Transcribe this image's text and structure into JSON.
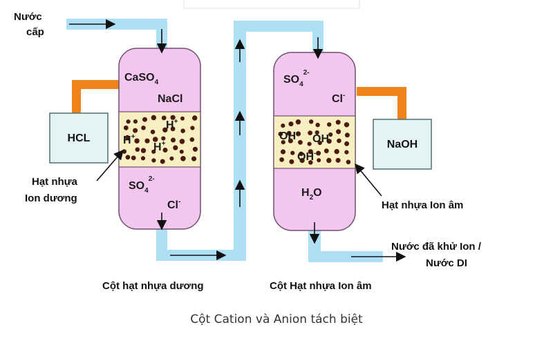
{
  "colors": {
    "pipe": "#aee0f5",
    "column": "#f2c6ef",
    "column_stroke": "#6e4f6c",
    "resin": "#f7efc2",
    "bead": "#4a1a10",
    "orange_pipe": "#f0841c",
    "tank": "#e4f4f4",
    "tank_stroke": "#4e6f6f"
  },
  "labels": {
    "inlet_line1": "Nước",
    "inlet_line2": "cấp",
    "cation_resin_line1": "Hạt nhựa",
    "cation_resin_line2": "Ion dương",
    "anion_resin": "Hạt nhựa Ion âm",
    "outlet_line1": "Nước đã khử Ion /",
    "outlet_line2": "Nước DI",
    "cation_column": "Cột hạt nhựa dương",
    "anion_column": "Cột Hạt nhựa Ion âm",
    "caption": "Cột Cation và Anion tách biệt"
  },
  "cation_column": {
    "top": {
      "caso": "CaSO",
      "caso_sub": "4",
      "nacl": "NaCl"
    },
    "resin_ion": {
      "base": "H",
      "sup": "+"
    },
    "bottom": {
      "so": "SO",
      "so_sub": "4",
      "so_sup": "2-",
      "cl": "Cl",
      "cl_sup": "-"
    }
  },
  "anion_column": {
    "top": {
      "so": "SO",
      "so_sub": "4",
      "so_sup": "2-",
      "cl": "Cl",
      "cl_sup": "-"
    },
    "resin_ion": {
      "base": "OH",
      "sup": "-"
    },
    "bottom": {
      "h": "H",
      "h_sub": "2",
      "o": "O"
    }
  },
  "tanks": {
    "left": "HCL",
    "right": "NaOH"
  }
}
